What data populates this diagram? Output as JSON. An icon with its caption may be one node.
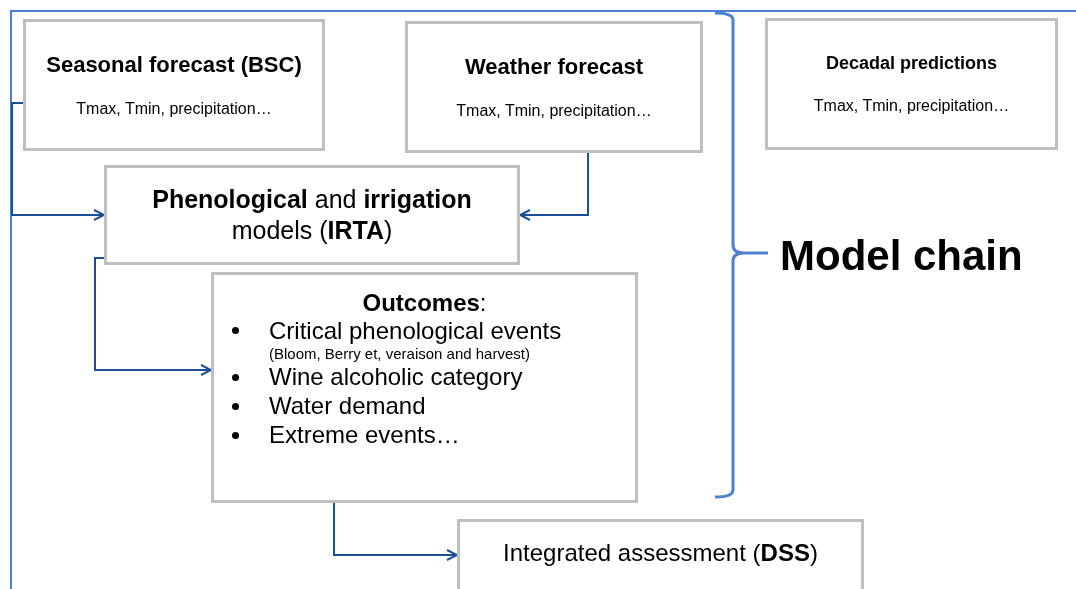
{
  "diagram": {
    "nodes": [
      {
        "text": [
          "Seasonal forecast (BSC)",
          "Tmax, Tmin, precipitation…"
        ]
      },
      {
        "text": [
          "Weather forecast",
          "Tmax, Tmin, precipitation…"
        ]
      },
      {
        "text": [
          "Decadal predictions",
          "Tmax, Tmin, precipitation…"
        ]
      },
      {
        "text": [
          "**Phenological** and **irrigation** models (**IRTA**)"
        ]
      },
      {
        "text": [
          "**Outcomes**:",
          "Critical phenological events",
          "(Bloom, Berry et, veraison and harvest)",
          "Wine alcoholic category",
          "Water demand",
          "Extreme events…"
        ]
      },
      {
        "text": [
          "Integrated assessment (**DSS**)"
        ]
      }
    ],
    "edges": [
      {
        "from": 0,
        "to": 3,
        "arrow": "to"
      },
      {
        "from": 1,
        "to": 3,
        "arrow": "to"
      },
      {
        "from": 3,
        "to": 4,
        "arrow": "to"
      },
      {
        "from": 4,
        "to": 5,
        "arrow": "to"
      }
    ],
    "labels": [
      "Model chain"
    ]
  }
}
